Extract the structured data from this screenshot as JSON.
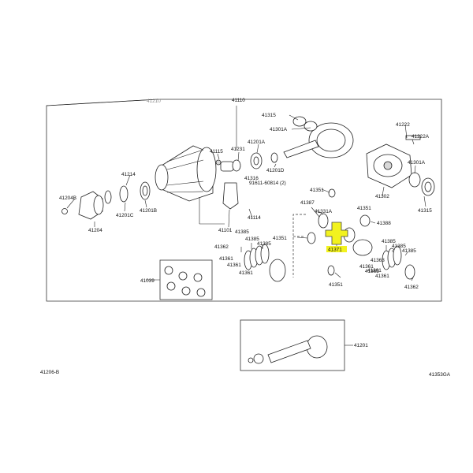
{
  "highlight_color": "#f2f21e",
  "labels": {
    "l41110": "41110",
    "l41210": "41210",
    "l41315a": "41315",
    "l41301a": "41301A",
    "l41222": "41222",
    "l41222a": "41222A",
    "l41115": "41115",
    "l41231": "41231",
    "l41201a": "41201A",
    "l41214": "41214",
    "l41316": "41316",
    "l91611": "91611-60814 (2)",
    "l41201d": "41201D",
    "l41301aR": "41301A",
    "l41204b": "41204B",
    "l41201c": "41201C",
    "l41201b": "41201B",
    "l41204": "41204",
    "l41351a": "41351",
    "l41302": "41302",
    "l41315b": "41315",
    "l41114": "41114",
    "l41387": "41387",
    "l41331a": "41331A",
    "l41351b": "41351",
    "l41388": "41388",
    "l41101": "41101",
    "l41385a": "41385",
    "l41385b": "41385",
    "l41385c": "41385",
    "l41351c": "41351",
    "l41371": "41371",
    "l41385d": "41385",
    "l41385e": "41385",
    "l41385f": "41385",
    "l41362a": "41362",
    "l41361a": "41361",
    "l41361b": "41361",
    "l41361c": "41361",
    "l41363a": "41363",
    "l41361d": "41361",
    "l41361e": "41361",
    "l41363b": "41363",
    "l41361f": "41361",
    "l41351d": "41351",
    "l41362b": "41362",
    "l41039": "41039",
    "l41201": "41201",
    "code_left": "41206-B",
    "code_right": "41353GA"
  }
}
